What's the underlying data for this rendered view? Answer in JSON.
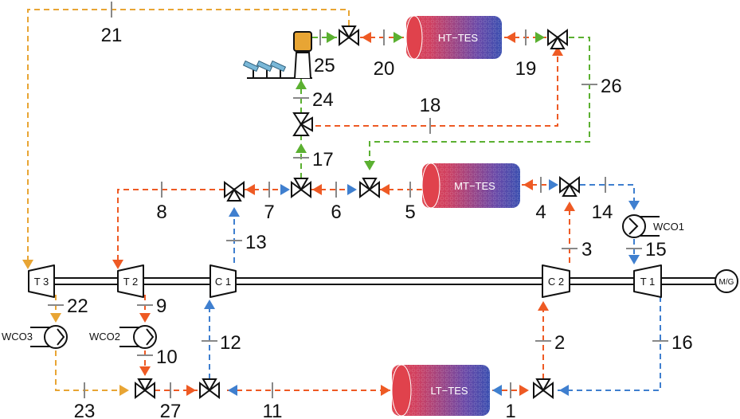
{
  "title": "Thermal energy storage sCO2 power cycle schematic",
  "colors": {
    "orange_yellow": "#e8a534",
    "red_orange": "#ee5a24",
    "blue": "#3f7fcf",
    "green": "#5bb031",
    "tes_red": "#e0424c",
    "tes_blue": "#3a4fb0"
  },
  "storage": {
    "ht": "HT−TES",
    "mt": "MT−TES",
    "lt": "LT−TES"
  },
  "turbomachines": {
    "t3": "T 3",
    "t2": "T 2",
    "c1": "C 1",
    "c2": "C 2",
    "t1": "T 1"
  },
  "generator": "M/G",
  "coolers": {
    "wco1": "WCO1",
    "wco2": "WCO2",
    "wco3": "WCO3"
  },
  "states": {
    "s1": "1",
    "s2": "2",
    "s3": "3",
    "s4": "4",
    "s5": "5",
    "s6": "6",
    "s7": "7",
    "s8": "8",
    "s9": "9",
    "s10": "10",
    "s11": "11",
    "s12": "12",
    "s13": "13",
    "s14": "14",
    "s15": "15",
    "s16": "16",
    "s17": "17",
    "s18": "18",
    "s19": "19",
    "s20": "20",
    "s21": "21",
    "s22": "22",
    "s23": "23",
    "s24": "24",
    "s25": "25",
    "s26": "26",
    "s27": "27"
  }
}
